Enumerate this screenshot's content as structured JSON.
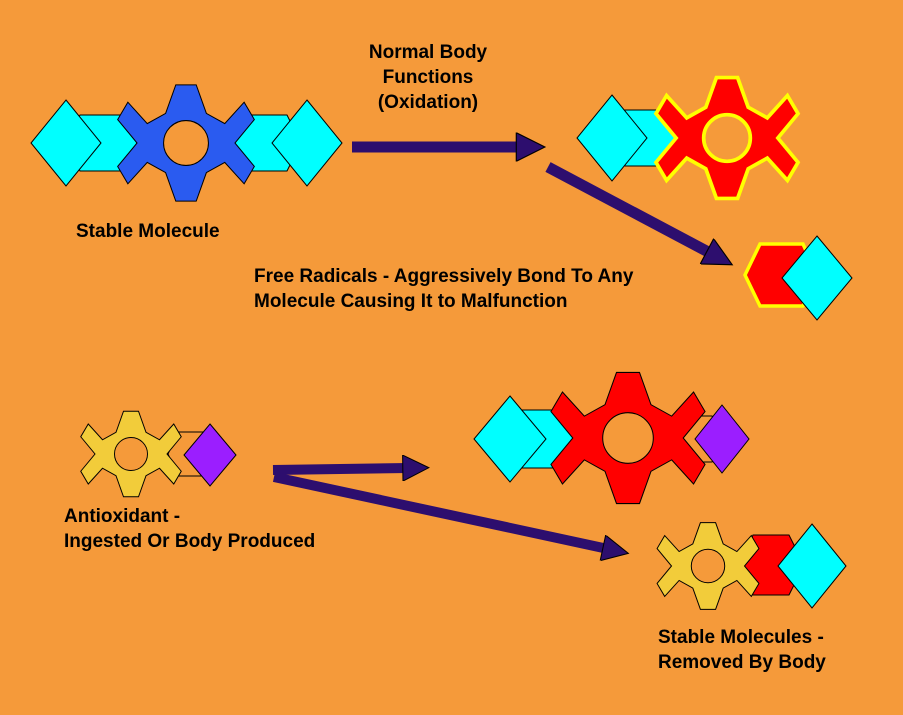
{
  "labels": {
    "normal_body_functions": [
      "Normal Body",
      "Functions",
      "(Oxidation)"
    ],
    "stable_molecule": "Stable Molecule",
    "free_radicals": [
      "Free Radicals - Aggressively Bond To Any",
      "Molecule Causing It to Malfunction"
    ],
    "antioxidant": [
      "Antioxidant -",
      "Ingested Or Body Produced"
    ],
    "stable_molecules_removed": [
      "Stable Molecules -",
      "Removed By Body"
    ]
  },
  "colors": {
    "background": "#F59A3A",
    "blue_gear": "#2A5BF0",
    "red_gear": "#FF0000",
    "yellow_gear": "#F2CC3A",
    "cyan_piece": "#00FFFF",
    "purple_piece": "#9B1EFF",
    "outline_yellow": "#FFFF00",
    "arrow": "#2D0E6E"
  }
}
